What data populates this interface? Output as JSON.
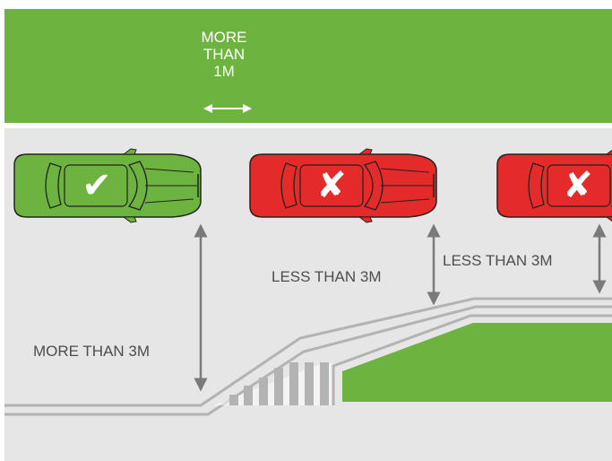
{
  "labels": {
    "more_than_1m": [
      "MORE",
      "THAN",
      "1M"
    ],
    "more_than_3m": "MORE THAN 3M",
    "less_than_3m_a": "LESS THAN 3M",
    "less_than_3m_b": "LESS THAN 3M"
  },
  "marks": {
    "ok": "✔",
    "bad": "✘"
  },
  "colors": {
    "grass": "#6cb33f",
    "road": "#e6e6e6",
    "car_ok": "#6cb33f",
    "car_bad": "#e52a2a",
    "line": "#b3b3b3",
    "arrow": "#7a7a7a"
  }
}
